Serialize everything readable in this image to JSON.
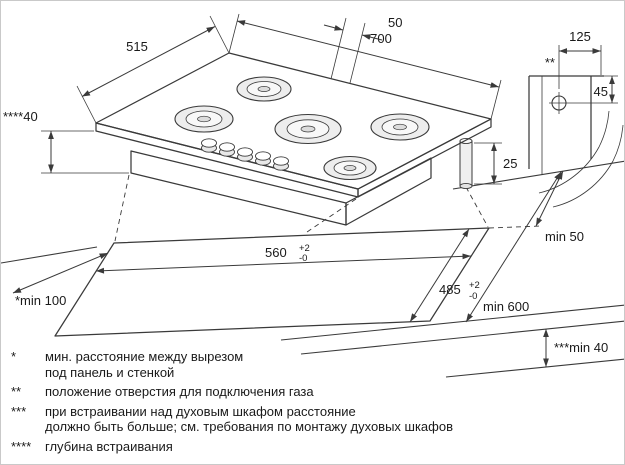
{
  "dims": {
    "depth": "515",
    "width": "700",
    "gas_offset": "50",
    "build_depth": "****40",
    "edge_height": "25"
  },
  "detail": {
    "horizontal": "125",
    "vertical": "45",
    "marker": "**"
  },
  "cutout": {
    "width": "560",
    "width_tol_plus": "+2",
    "width_tol_minus": "-0",
    "depth": "485",
    "depth_tol_plus": "+2",
    "depth_tol_minus": "-0"
  },
  "clearances": {
    "rear": "min 50",
    "side": "*min 100",
    "worktop_depth": "min 600",
    "below": "***min 40"
  },
  "footnotes": [
    {
      "marker": "*",
      "lines": [
        "мин. расстояние между вырезом",
        "под панель и стенкой"
      ]
    },
    {
      "marker": "**",
      "lines": [
        "положение отверстия для подключения газа"
      ]
    },
    {
      "marker": "***",
      "lines": [
        "при встраивании над духовым шкафом расстояние",
        "должно быть больше; см. требования по монтажу духовых шкафов"
      ]
    },
    {
      "marker": "****",
      "lines": [
        "глубина встраивания"
      ]
    }
  ],
  "colors": {
    "line": "#3a3a3a",
    "text": "#1a1a1a",
    "background": "#ffffff"
  }
}
